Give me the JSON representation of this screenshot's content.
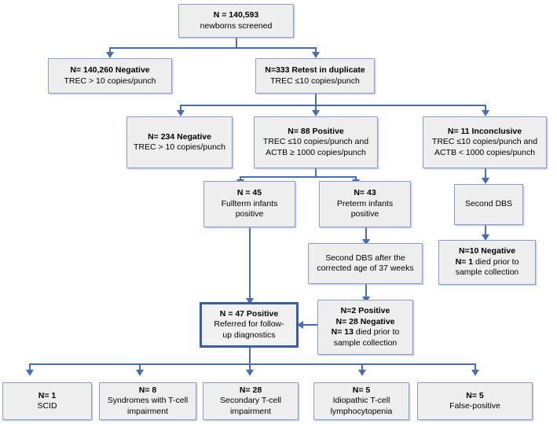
{
  "diagram": {
    "title": "Newborn SCID screening flowchart",
    "accent_color": "#4a6cb3",
    "highlight_border_color": "#3a5cab",
    "node_fill": "#eeeeee",
    "node_border": "#8a9ccc"
  },
  "nodes": {
    "screened": {
      "line1": "N = 140,593",
      "line2": "newborns screened"
    },
    "negative_first": {
      "line1": "N= 140,260 Negative",
      "line2": "TREC > 10 copies/punch"
    },
    "retest": {
      "line1": "N=333 Retest in duplicate",
      "line2": "TREC ≤10 copies/punch"
    },
    "negative_234": {
      "line1": "N= 234 Negative",
      "line2": "TREC > 10 copies/punch"
    },
    "positive_88": {
      "line1": "N= 88 Positive",
      "line2": "TREC ≤10 copies/punch and",
      "line3": "ACTB ≥ 1000 copies/punch"
    },
    "inconclusive_11": {
      "line1": "N= 11 Inconclusive",
      "line2": "TREC ≤10 copies/punch and",
      "line3": "ACTB < 1000 copies/punch"
    },
    "fullterm_45": {
      "line1": "N = 45",
      "line2": "Fullterm infants",
      "line3": "positive"
    },
    "preterm_43": {
      "line1": "N= 43",
      "line2": "Preterm infants",
      "line3": "positive"
    },
    "second_dbs": {
      "line1": "Second DBS"
    },
    "second_dbs_37w": {
      "line1": "Second DBS after the",
      "line2": "corrected age of 37 weeks"
    },
    "negative_10": {
      "line1": "N=10 Negative",
      "line2a": "N= 1",
      "line2b": " died prior to",
      "line3": "sample collection"
    },
    "positive_47": {
      "line1": "N = 47 Positive",
      "line2": "Referred for follow-",
      "line3": "up diagnostics"
    },
    "positive_2": {
      "line1": "N=2 Positive",
      "line2": "N= 28 Negative",
      "line3a": "N= 13",
      "line3b": " died prior to",
      "line4": "sample collection"
    },
    "scid": {
      "line1": "N= 1",
      "line2": "SCID"
    },
    "syndromes": {
      "line1": "N= 8",
      "line2": "Syndromes with T-cell",
      "line3": "impairment"
    },
    "secondary": {
      "line1": "N= 28",
      "line2": "Secondary  T-cell",
      "line3": "impairment"
    },
    "idiopathic": {
      "line1": "N= 5",
      "line2": "Idiopathic T-cell",
      "line3": "lymphocytopenia"
    },
    "false_positive": {
      "line1": "N= 5",
      "line2": "False-positive"
    }
  }
}
